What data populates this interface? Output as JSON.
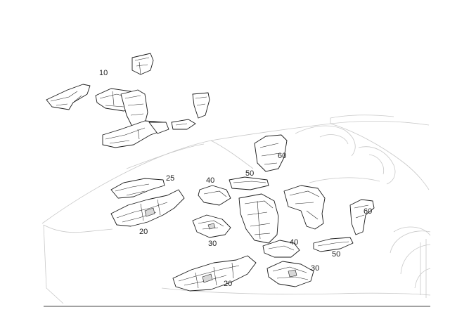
{
  "callouts": [
    {
      "id": "10a",
      "text": "10"
    },
    {
      "id": "25",
      "text": "25"
    },
    {
      "id": "20a",
      "text": "20"
    },
    {
      "id": "40a",
      "text": "40"
    },
    {
      "id": "50a",
      "text": "50"
    },
    {
      "id": "60a",
      "text": "60"
    },
    {
      "id": "30a",
      "text": "30"
    },
    {
      "id": "60b",
      "text": "60"
    },
    {
      "id": "40b",
      "text": "40"
    },
    {
      "id": "50b",
      "text": "50"
    },
    {
      "id": "30b",
      "text": "30"
    },
    {
      "id": "20b",
      "text": "20"
    }
  ]
}
